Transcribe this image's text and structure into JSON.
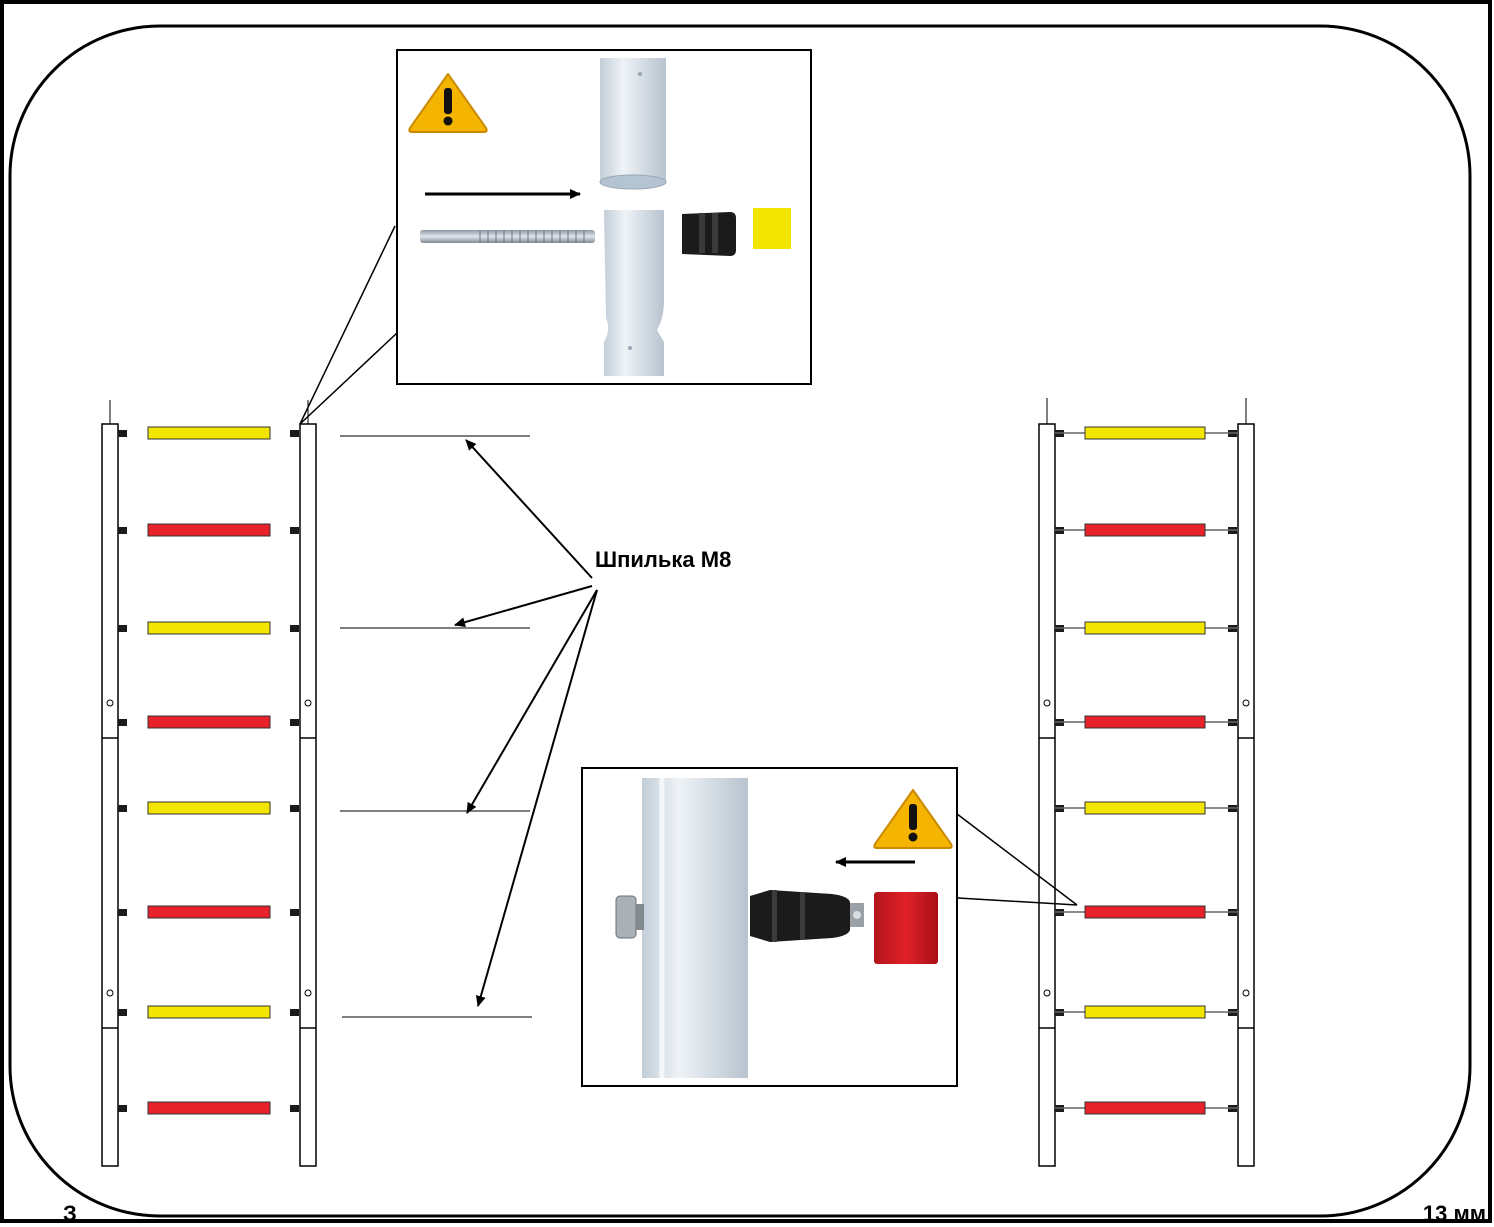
{
  "labels": {
    "stud": "Шпилька М8",
    "page_number": "13 мм",
    "corner_mark": "З"
  },
  "icons": {
    "warning": "warning-triangle-icon",
    "arrow": "direction-arrow-icon"
  },
  "colors": {
    "rung_yellow": "#f2e600",
    "rung_red": "#e8222a",
    "pipe": "#d7e0e8",
    "plug_black": "#1b1b1b",
    "warning_fill": "#f5b400",
    "frame": "#000000"
  },
  "ladders": {
    "left": {
      "rungs": [
        "yellow",
        "red",
        "yellow",
        "red",
        "yellow",
        "red",
        "yellow",
        "red"
      ]
    },
    "right": {
      "rungs": [
        "yellow",
        "red",
        "yellow",
        "red",
        "yellow",
        "red",
        "yellow",
        "red"
      ]
    }
  }
}
